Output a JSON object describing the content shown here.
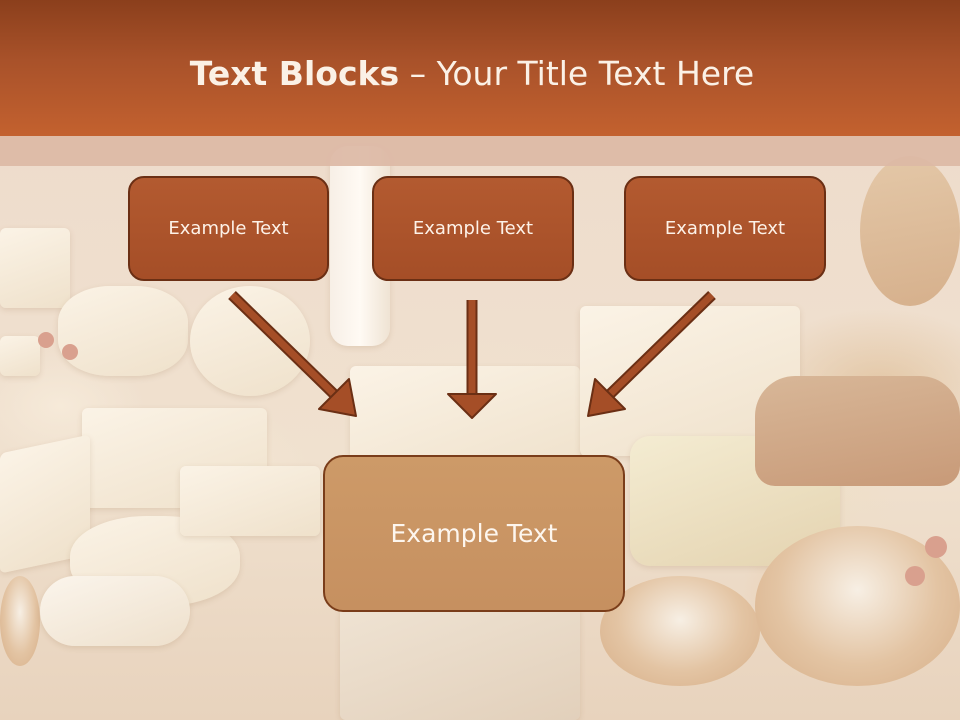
{
  "slide": {
    "title_bold": "Text Blocks",
    "title_dash": " – ",
    "title_rest": "Your Title Text Here"
  },
  "blocks": [
    {
      "label": "Example Text"
    },
    {
      "label": "Example Text"
    },
    {
      "label": "Example Text"
    }
  ],
  "target_block": {
    "label": "Example Text"
  },
  "colors": {
    "header": "#a9522a",
    "block_fill": "#a54e27",
    "block_border": "#6b2f14",
    "target_fill": "#c69060",
    "arrow": "#a54e27"
  },
  "background_image": "dairy-products-photo"
}
